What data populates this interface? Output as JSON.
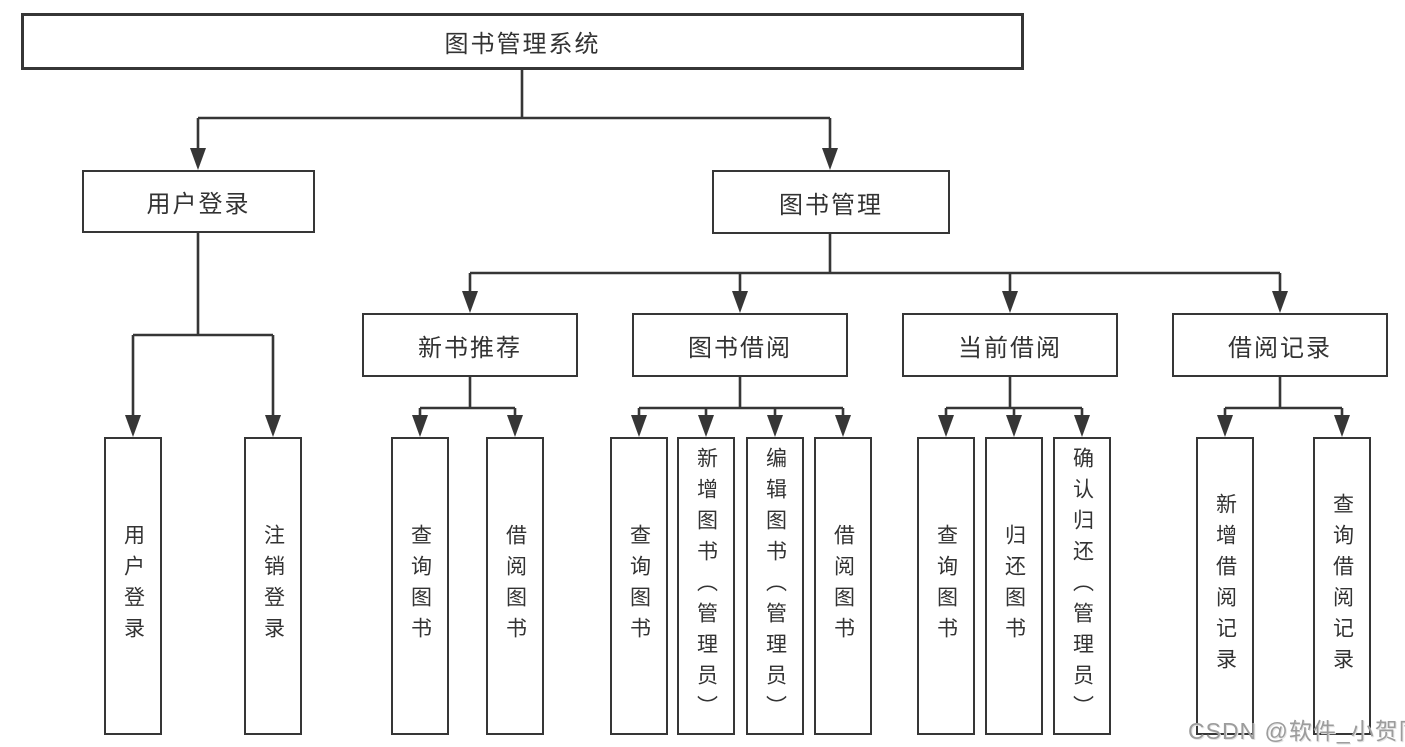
{
  "tree": {
    "label": "图书管理系统",
    "children": [
      {
        "label": "用户登录",
        "children": [
          {
            "label": "用户登录"
          },
          {
            "label": "注销登录"
          }
        ]
      },
      {
        "label": "图书管理",
        "children": [
          {
            "label": "新书推荐",
            "children": [
              {
                "label": "查询图书"
              },
              {
                "label": "借阅图书"
              }
            ]
          },
          {
            "label": "图书借阅",
            "children": [
              {
                "label": "查询图书"
              },
              {
                "label": "新增图书（管理员）"
              },
              {
                "label": "编辑图书（管理员）"
              },
              {
                "label": "借阅图书"
              }
            ]
          },
          {
            "label": "当前借阅",
            "children": [
              {
                "label": "查询图书"
              },
              {
                "label": "归还图书"
              },
              {
                "label": "确认归还（管理员）"
              }
            ]
          },
          {
            "label": "借阅记录",
            "children": [
              {
                "label": "新增借阅记录"
              },
              {
                "label": "查询借阅记录"
              }
            ]
          }
        ]
      }
    ]
  },
  "watermark": {
    "text": "CSDN @软件_小贺同学"
  },
  "colors": {
    "line": "#363636",
    "text": "#333333",
    "box_fill": "#ffffff",
    "background": "#ffffff",
    "watermark": "#9c9c9c"
  }
}
